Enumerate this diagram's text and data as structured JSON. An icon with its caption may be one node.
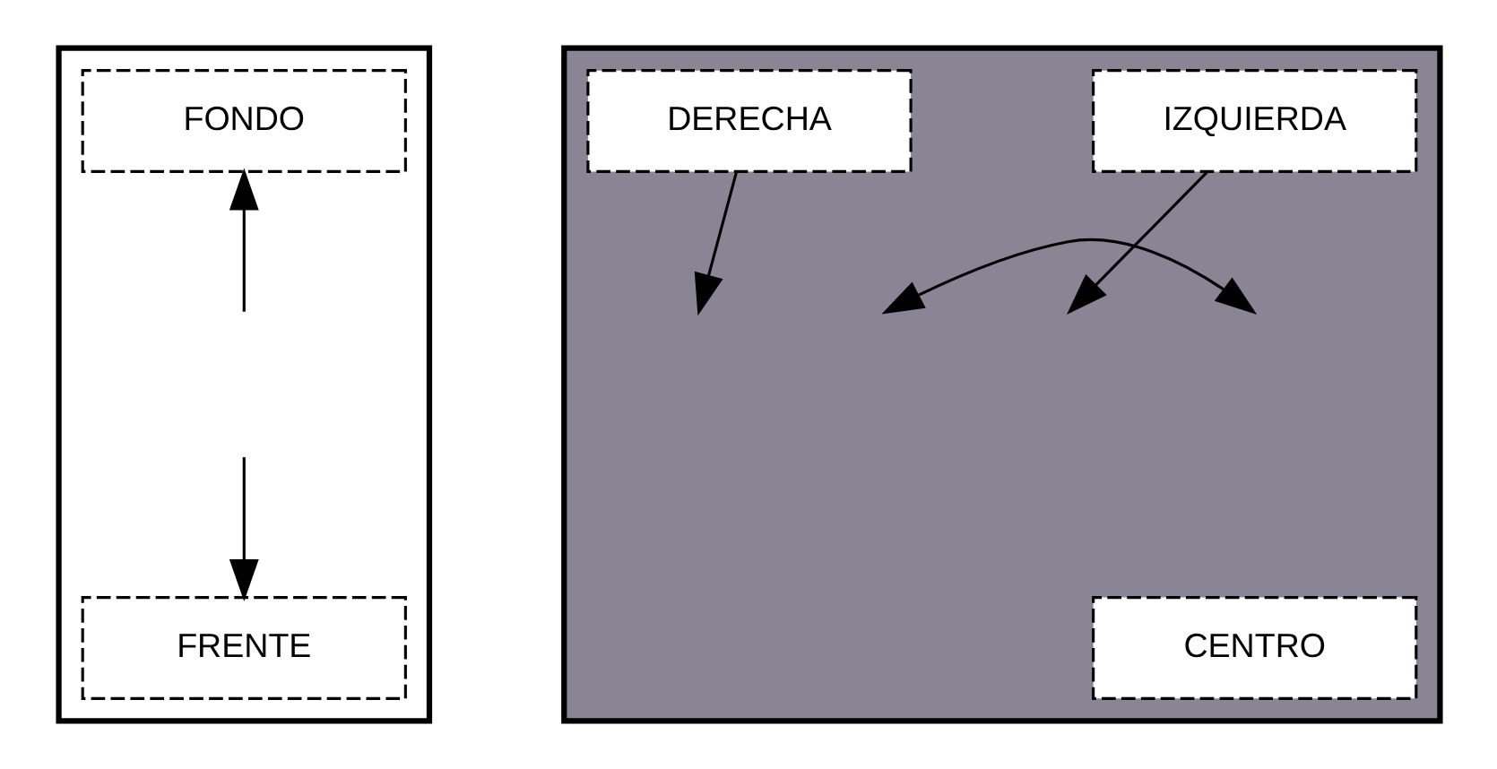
{
  "diagram": {
    "nodes": [
      {
        "text": [],
        "shape": "box"
      },
      {
        "text": [
          "FONDO"
        ],
        "in": 0
      },
      {
        "text": [
          "FRENTE"
        ],
        "in": 0
      },
      {
        "text": [],
        "shape": "box"
      },
      {
        "text": [
          "IZQUIERDA"
        ],
        "in": 3
      },
      {
        "text": [
          "DERECHA"
        ],
        "in": 3
      },
      {
        "text": [
          "CENTRO"
        ],
        "in": 3
      }
    ],
    "edges": [
      {
        "from": null,
        "to": 1,
        "arrow": "to"
      },
      {
        "from": null,
        "to": 2,
        "arrow": "to"
      },
      {
        "from": 4,
        "to": null,
        "arrow": "to"
      },
      {
        "from": 5,
        "to": null,
        "arrow": "to"
      }
    ]
  }
}
